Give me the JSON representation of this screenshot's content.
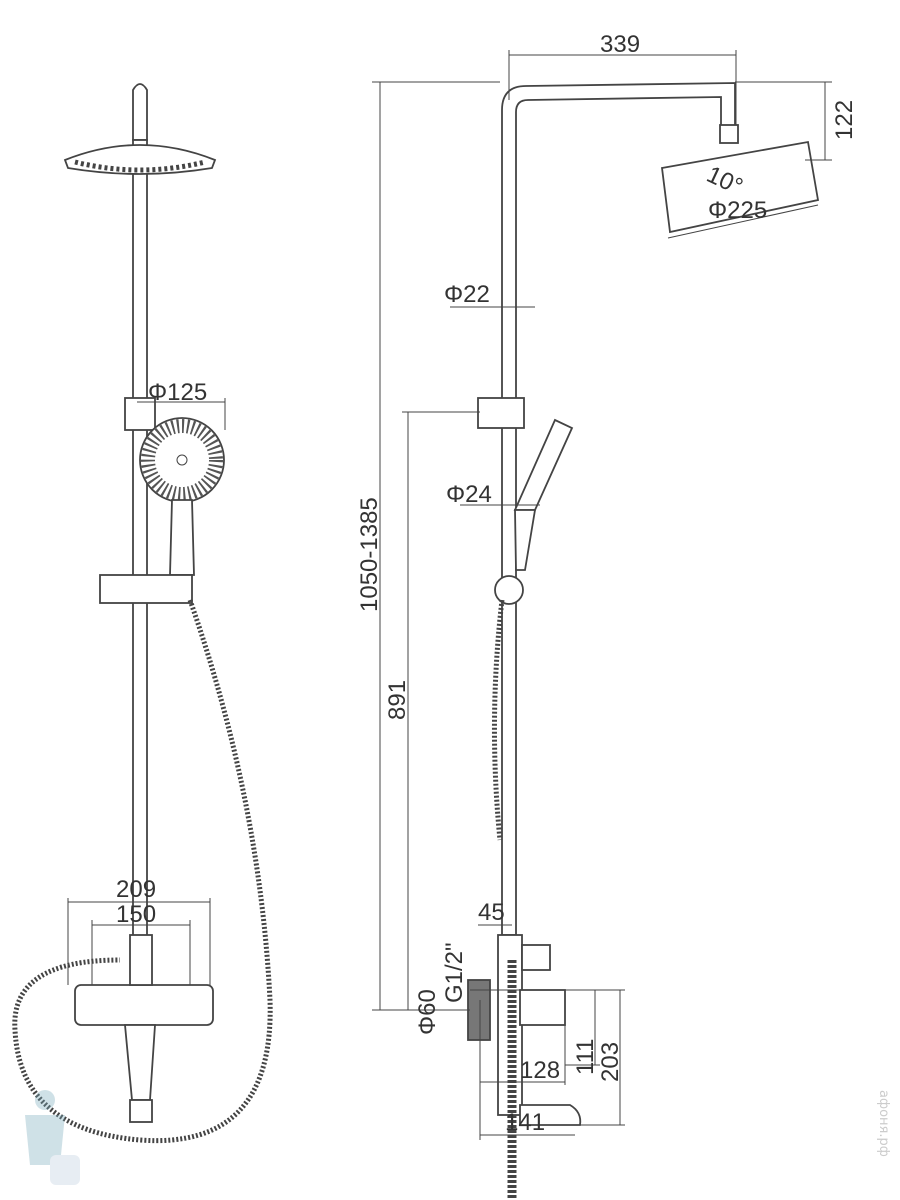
{
  "front_view": {
    "dims": {
      "handshower_diameter": "Φ125",
      "mixer_width": "209",
      "mixer_spacing": "150"
    }
  },
  "side_view": {
    "dims": {
      "arm_reach": "339",
      "head_drop": "122",
      "head_tilt": "10°",
      "head_diameter": "Φ225",
      "pipe_diameter": "Φ22",
      "handshower_diameter": "Φ24",
      "total_height": "1050-1385",
      "holder_height": "891",
      "outlet_offset": "45",
      "thread": "G1/2\"",
      "flange_diameter": "Φ60",
      "mixer_to_lever": "111",
      "lever_depth": "128",
      "mixer_to_spout": "203",
      "spout_reach": "141"
    }
  },
  "watermark": "афоня.рф",
  "colors": {
    "line": "#444444",
    "text": "#333333"
  }
}
